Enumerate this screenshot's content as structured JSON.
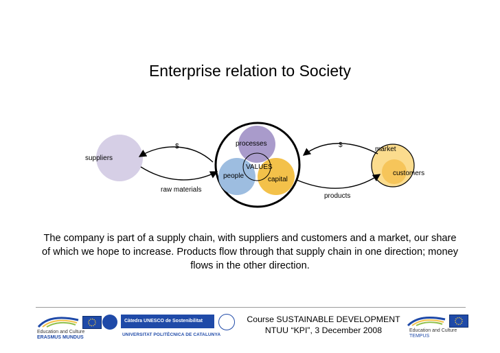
{
  "title": "Enterprise relation to Society",
  "diagram": {
    "suppliers": "suppliers",
    "processes": "processes",
    "values": "VALUES",
    "people": "people",
    "capital": "capital",
    "market": "market",
    "customers": "customers",
    "money_left": "$",
    "money_right": "$",
    "raw_materials": "raw materials",
    "products": "products"
  },
  "caption": "The company is part of a supply chain, with suppliers and customers and a market, our share of which we hope to increase. Products flow through that supply chain in one direction; money flows in the other direction.",
  "footer": {
    "left_logo_line1": "Education and Culture",
    "left_logo_line2": "ERASMUS MUNDUS",
    "upc_chair": "Càtedra UNESCO de Sostenibilitat",
    "upc_university": "UNIVERSITAT POLITÈCNICA DE CATALUNYA",
    "course_line1": "Course SUSTAINABLE DEVELOPMENT",
    "course_line2": "NTUU “KPI”, 3 December 2008",
    "right_logo_line1": "Education and Culture",
    "right_logo_line2": "TEMPUS"
  },
  "colors": {
    "suppliers": "#d6cfe6",
    "processes": "#a99bcb",
    "people": "#9dbde0",
    "capital": "#f3c14a",
    "market": "#fbdc8e",
    "customers": "#f6c55a",
    "eu_blue": "#1f4aa8"
  }
}
